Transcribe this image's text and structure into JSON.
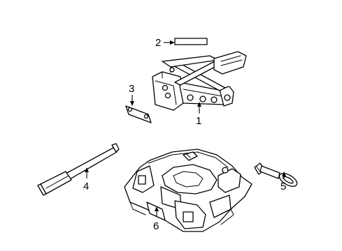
{
  "callouts": {
    "c1": "1",
    "c2": "2",
    "c3": "3",
    "c4": "4",
    "c5": "5",
    "c6": "6"
  },
  "parts": {
    "p1": "jack",
    "p2": "label",
    "p3": "link",
    "p4": "jack-handle",
    "p5": "tow-hook",
    "p6": "tool-tray"
  },
  "colors": {
    "line": "#000000",
    "background": "#ffffff"
  }
}
